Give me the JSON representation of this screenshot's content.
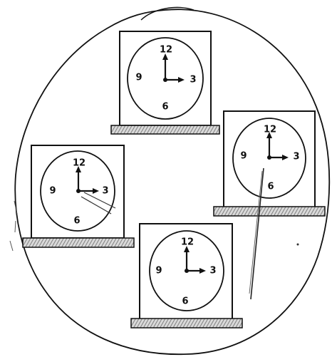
{
  "clock_numerals": {
    "twelve": "12",
    "three": "3",
    "six": "6",
    "nine": "9"
  },
  "clocks": [
    {
      "name": "clock-top",
      "time": "3:00",
      "hour_points_to": "3",
      "minute_points_to": "12"
    },
    {
      "name": "clock-right",
      "time": "3:00",
      "hour_points_to": "3",
      "minute_points_to": "12"
    },
    {
      "name": "clock-left",
      "time": "3:00",
      "hour_points_to": "3",
      "minute_points_to": "12"
    },
    {
      "name": "clock-bottom",
      "time": "3:00",
      "hour_points_to": "3",
      "minute_points_to": "12"
    }
  ],
  "colors": {
    "ink": "#111111",
    "shelf": "#9a9a9a",
    "background": "#ffffff"
  }
}
